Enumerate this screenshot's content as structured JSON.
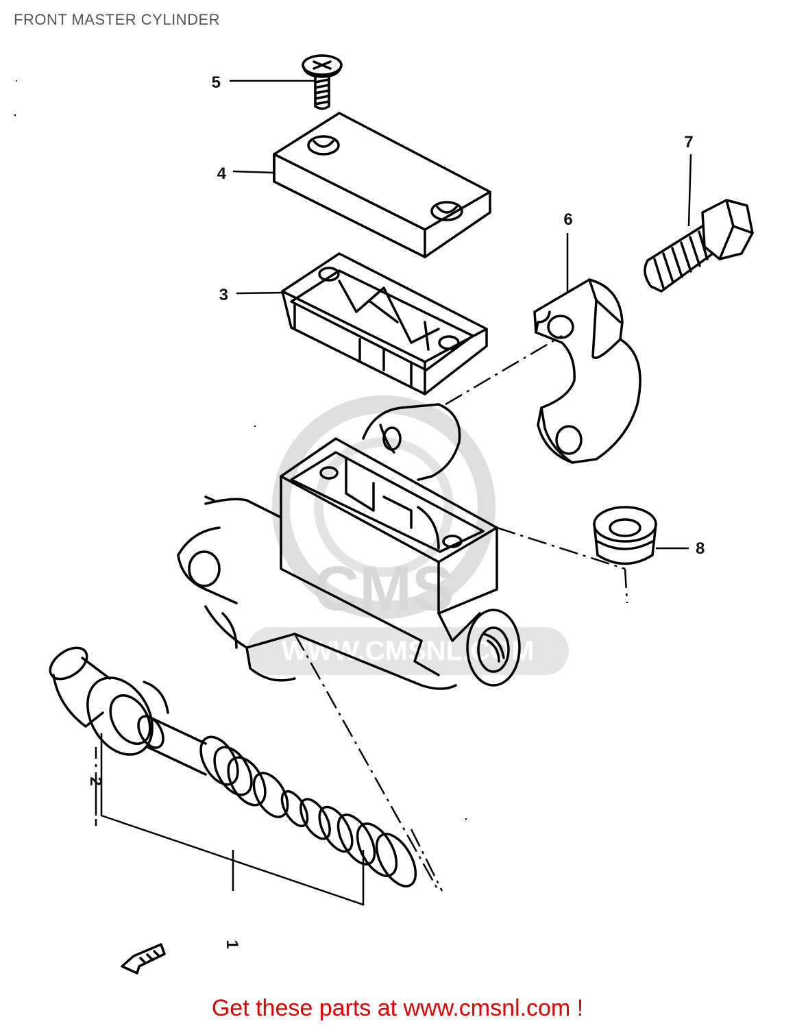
{
  "page": {
    "title": "FRONT MASTER CYLINDER"
  },
  "callouts": [
    {
      "number": "5"
    },
    {
      "number": "4"
    },
    {
      "number": "3"
    },
    {
      "number": "7"
    },
    {
      "number": "6"
    },
    {
      "number": "8"
    },
    {
      "number": "2"
    },
    {
      "number": "1"
    }
  ],
  "watermark": {
    "logo_text": "CMS",
    "url_text": "WWW.CMSNL.COM"
  },
  "footer": {
    "link_text": "Get these parts at www.cmsnl.com !"
  },
  "colors": {
    "title": "#555555",
    "footer_link": "#dd0000",
    "line_art": "#000000",
    "watermark": "#d6d6d6"
  }
}
